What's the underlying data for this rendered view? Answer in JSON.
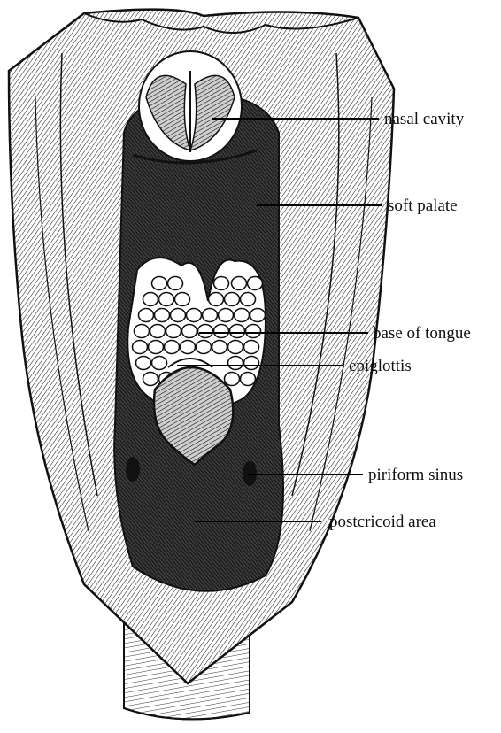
{
  "figure": {
    "subject": "posterior view of the pharynx (hand-drawn ink illustration)",
    "ink_color": "#1a1a1a",
    "paper_color": "#ffffff"
  },
  "labels": {
    "nasal_cavity": "nasal cavity",
    "soft_palate": "soft palate",
    "base_of_tongue": "base of tongue",
    "epiglottis": "epiglottis",
    "piriform_sinus": "piriform sinus",
    "postcricoid_area": "postcricoid area"
  }
}
